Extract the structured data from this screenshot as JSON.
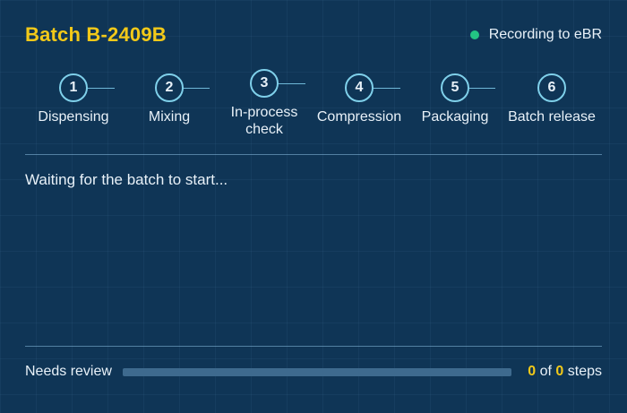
{
  "header": {
    "title": "Batch B-2409B",
    "status_text": "Recording to eBR",
    "status_color": "#23c483"
  },
  "stepper": {
    "steps": [
      {
        "number": "1",
        "label": "Dispensing"
      },
      {
        "number": "2",
        "label": "Mixing"
      },
      {
        "number": "3",
        "label": "In-process check"
      },
      {
        "number": "4",
        "label": "Compression"
      },
      {
        "number": "5",
        "label": "Packaging"
      },
      {
        "number": "6",
        "label": "Batch release"
      }
    ]
  },
  "main": {
    "message": "Waiting for the batch to start..."
  },
  "footer": {
    "label": "Needs review",
    "completed": "0",
    "total": "0",
    "of_text": "of",
    "steps_text": "steps",
    "progress_fraction": 0
  },
  "colors": {
    "accent": "#f2c919",
    "background": "#0f3556",
    "step_ring": "#7fd0ea"
  }
}
